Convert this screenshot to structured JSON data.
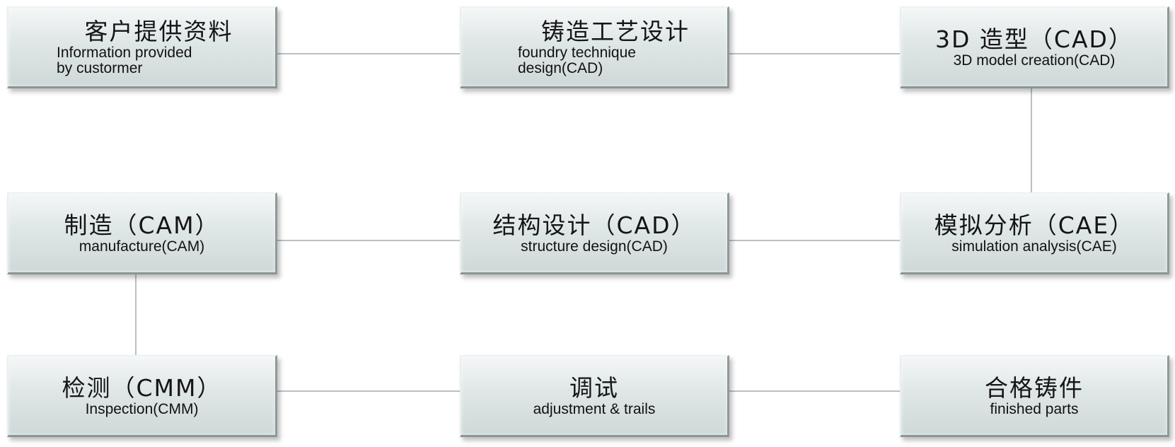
{
  "steps": [
    {
      "cn": "客户提供资料",
      "en": "Information provided\nby custormer"
    },
    {
      "cn": "铸造工艺设计",
      "en": "foundry technique\ndesign(CAD)"
    },
    {
      "cn": "3D 造型（CAD）",
      "en": "3D model creation(CAD)"
    },
    {
      "cn": "模拟分析（CAE）",
      "en": "simulation analysis(CAE)"
    },
    {
      "cn": "结构设计（CAD）",
      "en": "structure design(CAD)"
    },
    {
      "cn": "制造（CAM）",
      "en": "manufacture(CAM)"
    },
    {
      "cn": "检测（CMM）",
      "en": "Inspection(CMM)"
    },
    {
      "cn": "调试",
      "en": "adjustment & trails"
    },
    {
      "cn": "合格铸件",
      "en": "finished parts"
    }
  ],
  "colors": {
    "connector": "#b9c1c1",
    "box_light": "#f4f7f7",
    "box_dark": "#cfd8d8"
  }
}
